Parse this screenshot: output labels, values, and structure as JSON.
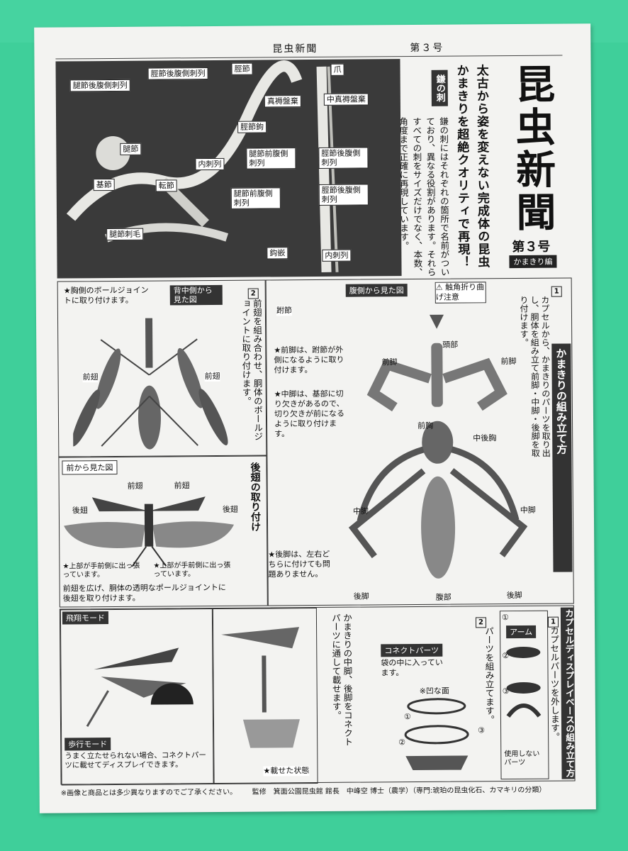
{
  "header": {
    "paper_name": "昆虫新聞",
    "issue_runner": "第３号",
    "title": "昆虫新聞",
    "issue_badge": "第３号",
    "edition": "かまきり編",
    "headline1": "太古から姿を変えない完成体の昆虫",
    "headline2": "かまきりを超絶クオリティで再現！"
  },
  "article": {
    "heading": "鎌の刺",
    "body": "鎌の刺にはそれぞれの箇所で名前がついており、異なる役割があります。それらすべての刺をサイズだけでなく、本数、角度まで正確に再現しています。"
  },
  "photo_labels": [
    "腿節後腹側刺列",
    "脛節後腹側刺列",
    "脛節",
    "爪",
    "中真褥盤棄",
    "真褥盤棄",
    "腿節",
    "脛節鉤",
    "内刺列",
    "腿節前腹側刺列",
    "脛節後腹側刺列",
    "基節",
    "転節",
    "腿節前腹側刺列",
    "脛節後腹側刺列",
    "腿節刺毛",
    "鈎嵌",
    "内刺列"
  ],
  "step2": {
    "num": "2",
    "callout": "★胸側のボールジョイントに取り付けます。",
    "view_tag": "背中側から見た図",
    "left_label": "前翅",
    "right_label": "前翅",
    "text": "前翅を組み合わせ、胴体のボールジョイントに取り付けます。"
  },
  "rear_wing": {
    "heading": "後翅の取り付け",
    "view_tag": "前から見た図",
    "labels": [
      "前翅",
      "前翅",
      "後翅",
      "後翅"
    ],
    "note_left": "★上部が手前側に出っ張っています。",
    "note_right": "★上部が手前側に出っ張っています。",
    "text": "前翅を広げ、胴体の透明なポールジョイントに後翅を取り付けます。"
  },
  "step1": {
    "num": "1",
    "heading": "かまきりの組み立て方",
    "text": "カプセルから、かまきりのパーツを取り出し、胴体を組み立て前脚・中脚・後脚を取り付けます。",
    "ventral_tag": "腹側から見た図",
    "warning": "⚠ 触角折り曲げ注意",
    "tarsus": "跗節",
    "note_foreleg": "★前脚は、跗節が外側になるように取り付けます。",
    "note_midleg": "★中脚は、基部に切り欠きがあるので、切り欠きが前になるように取り付けます。",
    "note_hindleg": "★後脚は、左右どちらに付けても問題ありません。",
    "labels": {
      "head": "頭部",
      "foreleg_l": "前脚",
      "foreleg_r": "前脚",
      "prothorax": "前胸",
      "midhind": "中後胸",
      "midleg_l": "中脚",
      "midleg_r": "中脚",
      "hindleg_l": "後脚",
      "hindleg_r": "後脚",
      "abdomen": "腹部"
    }
  },
  "display": {
    "heading": "カプセルディスプレイベースの組み立て方",
    "step1_num": "1",
    "step1_text": "カプセルパーツを外します。",
    "arm": "アーム",
    "unused": "使用しないパーツ",
    "step2_num": "2",
    "step2_text": "パーツを組み立てます。",
    "connect_tag": "コネクトパーツ",
    "connect_note": "袋の中に入っています。",
    "concave": "※凹な面",
    "mount_text": "かまきりの中脚、後脚をコネクトパーツに通して載せます。",
    "mounted": "★載せた状態",
    "fly_tag": "飛翔モード",
    "walk_tag": "歩行モード",
    "walk_note": "うまく立たせられない場合、コネクトパーツに載せてディスプレイできます。",
    "circled": [
      "①",
      "②",
      "③",
      "①",
      "②",
      "③"
    ]
  },
  "footer": {
    "disclaimer": "※画像と商品とは多少異なりますのでご了承ください。",
    "supervisor": "監修　箕面公園昆虫館 館長　中峰空 博士（農学）（専門:琥珀の昆虫化石、カマキリの分類）"
  }
}
